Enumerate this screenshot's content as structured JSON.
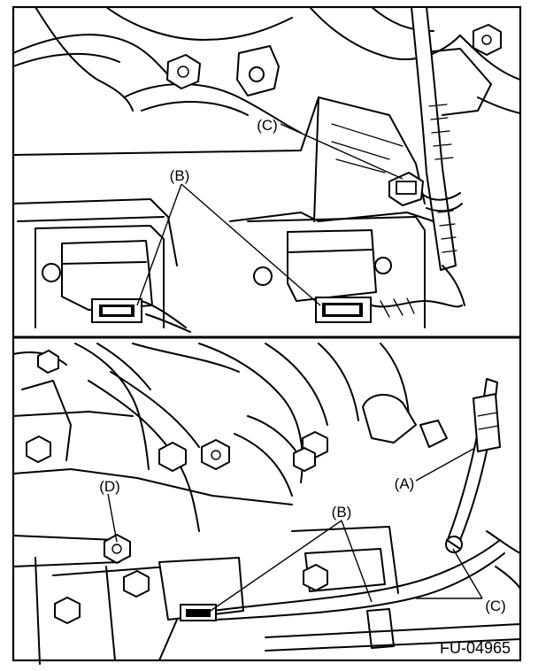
{
  "figure_code": "FU-04965",
  "top_panel": {
    "labels": {
      "b": "(B)",
      "c": "(C)"
    }
  },
  "bottom_panel": {
    "labels": {
      "a": "(A)",
      "b": "(B)",
      "c": "(C)",
      "d": "(D)"
    }
  }
}
